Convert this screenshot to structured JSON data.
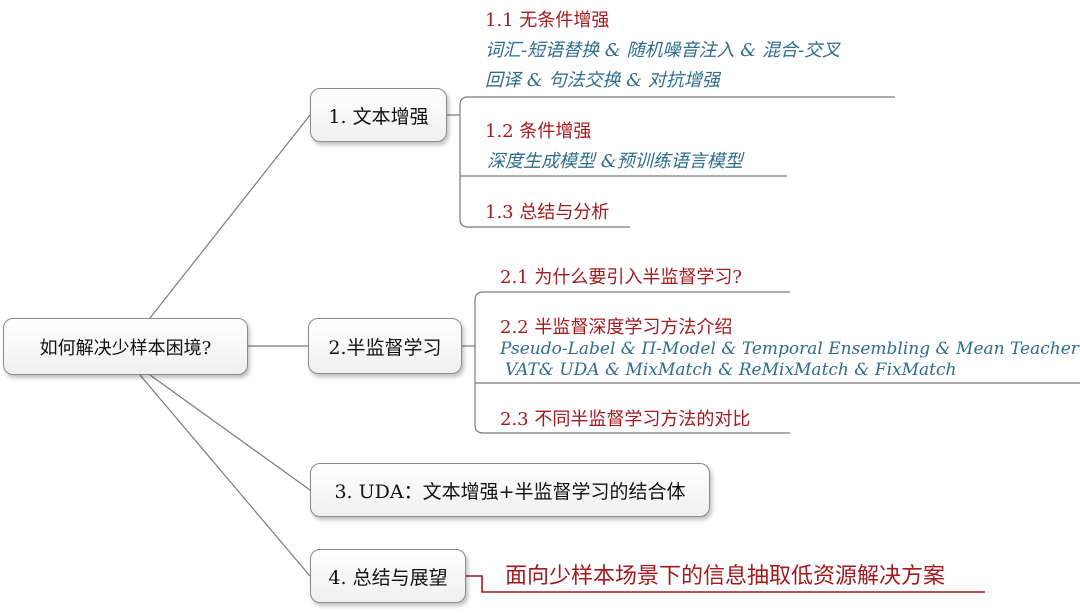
{
  "root": {
    "label": "如何解决少样本困境?"
  },
  "branches": [
    {
      "label": "1. 文本增强",
      "children": [
        {
          "title": "1.1 无条件增强",
          "details": [
            "词汇-短语替换 & 随机噪音注入 & 混合-交叉",
            "回译 & 句法交换 & 对抗增强"
          ]
        },
        {
          "title": "1.2 条件增强",
          "details": [
            "深度生成模型 &预训练语言模型"
          ]
        },
        {
          "title": "1.3 总结与分析"
        }
      ]
    },
    {
      "label": "2.半监督学习",
      "children": [
        {
          "title": "2.1 为什么要引入半监督学习?"
        },
        {
          "title": "2.2 半监督深度学习方法介绍",
          "details": [
            "Pseudo-Label & Π-Model & Temporal Ensembling & Mean Teacher",
            "VAT& UDA & MixMatch & ReMixMatch & FixMatch"
          ]
        },
        {
          "title": "2.3 不同半监督学习方法的对比"
        }
      ]
    },
    {
      "label": "3. UDA：文本增强+半监督学习的结合体"
    },
    {
      "label": "4. 总结与展望",
      "note": "面向少样本场景下的信息抽取低资源解决方案"
    }
  ],
  "colors": {
    "title": "#a3191c",
    "detail": "#2f6d8c",
    "line": "#7a7a7a"
  }
}
